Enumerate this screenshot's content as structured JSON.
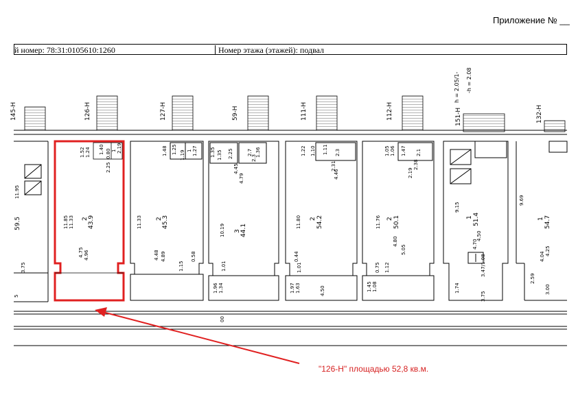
{
  "header": {
    "appendix": "Приложение № __",
    "cadastral": "й номер: 78:31:0105610:1260",
    "floor": "Номер этажа (этажей): подвал"
  },
  "units": {
    "u126": {
      "label": "126-Н",
      "room_no": "2",
      "area": "43.9",
      "d1": "11.85",
      "d2": "11.33",
      "d3": "4.96",
      "d4": "4.75",
      "d5": "2.25",
      "d6": "1.52",
      "d7": "1.24",
      "d8": "1.40",
      "d9": "0.80",
      "d10": "2.19",
      "d11": "1"
    },
    "u127": {
      "label": "127-Н",
      "room_no": "2",
      "area": "45.3",
      "d1": "11.33",
      "d2": "4.89",
      "d3": "4.48",
      "d4": "0.58",
      "d5": "1.48",
      "d6": "1.25",
      "d7": "1.27",
      "d8": "1.19",
      "d9": "1.15",
      "d10": "1"
    },
    "u59": {
      "label": "59-Н",
      "room_no": "3",
      "area": "44.1",
      "d1": "10.19",
      "d2": "4.79",
      "d3": "4.45",
      "d4": "1.96",
      "d5": "1.34",
      "d6": "1.01",
      "d7": "1.35",
      "d8": "1.35",
      "d9": "2.25",
      "d10": "2.7",
      "d11": "1.36",
      "d12": "2.3"
    },
    "u111": {
      "label": "111-Н",
      "room_no": "2",
      "area": "54.2",
      "d1": "11.80",
      "d2": "4.46",
      "d3": "4.50",
      "d4": "2.31",
      "d5": "1.22",
      "d6": "1.10",
      "d7": "1.11",
      "d8": "1.97",
      "d9": "1.63",
      "d10": "0.44",
      "d11": "1.01",
      "d12": "2.3"
    },
    "u112": {
      "label": "112-Н",
      "room_no": "2",
      "area": "50.1",
      "d1": "11.76",
      "d2": "4.80",
      "d3": "5.05",
      "d4": "2.38",
      "d5": "2.19",
      "d6": "1.05",
      "d7": "1.06",
      "d8": "1.47",
      "d9": "1.45",
      "d10": "1.08",
      "d11": "0.75",
      "d12": "1.12",
      "d13": "2.1"
    },
    "u151": {
      "label": "151-Н",
      "room_no": "1",
      "area": "51.4",
      "d1": "9.15",
      "d2": "4.70",
      "d3": "4.50",
      "d4": "1.74",
      "d5": "3.75",
      "d6": "3.47/1.08"
    },
    "u132": {
      "label": "132-Н",
      "room_no": "1",
      "area": "54.7",
      "d1": "9.69",
      "d2": "4.25",
      "d3": "4.04",
      "d4": "2.59",
      "d5": "3.00"
    },
    "left": {
      "label": "145-Н",
      "d1": "11.95",
      "area": "59.5",
      "d2": "3.75",
      "d3": "5"
    },
    "corridor": {
      "d1": "00"
    },
    "stair_note": {
      "a": "h = 2.05/1-",
      "b": "-h = 2.08"
    }
  },
  "caption": "\"126-Н\" площадью 52,8 кв.м."
}
